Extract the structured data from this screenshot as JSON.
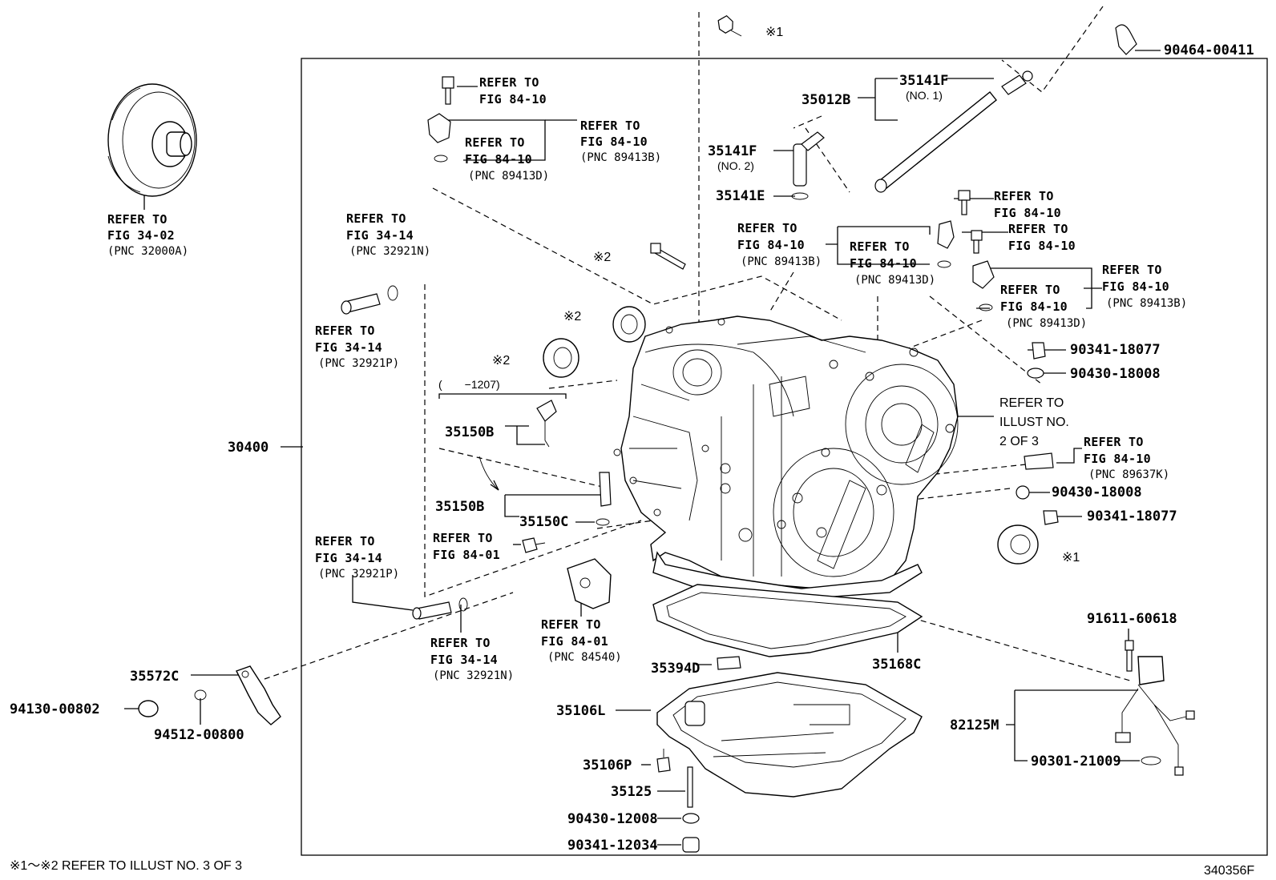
{
  "diagram": {
    "illustration_code": "340356F",
    "footnote": "※1～※2  REFER TO ILLUST NO. 3 OF 3"
  },
  "parts": {
    "p30400": "30400",
    "p35012B": "35012B",
    "p35141F_1": "35141F",
    "p35141F_1_note": "(NO. 1)",
    "p35141F_2": "35141F",
    "p35141F_2_note": "(NO. 2)",
    "p35141E": "35141E",
    "p90464": "90464-00411",
    "p90341_a": "90341-18077",
    "p90430_a": "90430-18008",
    "p90430_b": "90430-18008",
    "p90341_b": "90341-18077",
    "p35150B_a": "35150B",
    "p35150B_b": "35150B",
    "p35150C": "35150C",
    "p35168C": "35168C",
    "p35394D": "35394D",
    "p35106L": "35106L",
    "p35106P": "35106P",
    "p35125": "35125",
    "p90430_c": "90430-12008",
    "p90341_c": "90341-12034",
    "p35572C": "35572C",
    "p94130": "94130-00802",
    "p94512": "94512-00800",
    "p91611": "91611-60618",
    "p82125M": "82125M",
    "p90301": "90301-21009",
    "range_note": "(　　−1207)",
    "mark1": "※1",
    "mark2": "※2"
  },
  "refs": {
    "r_conv": [
      "REFER TO",
      "FIG 34-02",
      "(PNC 32000A)"
    ],
    "r_top_bolt": [
      "REFER TO",
      "FIG 84-10"
    ],
    "r_top_sensor_b": [
      "REFER TO",
      "FIG 84-10",
      "(PNC 89413B)"
    ],
    "r_top_sensor_d": [
      "REFER TO",
      "FIG 84-10",
      "(PNC 89413D)"
    ],
    "r_fit_n": [
      "REFER TO",
      "FIG 34-14",
      "(PNC 32921N)"
    ],
    "r_fit_p": [
      "REFER TO",
      "FIG 34-14",
      "(PNC 32921P)"
    ],
    "r_mid_b": [
      "REFER TO",
      "FIG 84-10",
      "(PNC 89413B)"
    ],
    "r_mid_d": [
      "REFER TO",
      "FIG 84-10",
      "(PNC 89413D)"
    ],
    "r_right_bolt1": [
      "REFER TO",
      "FIG 84-10"
    ],
    "r_right_bolt2": [
      "REFER TO",
      "FIG 84-10"
    ],
    "r_right_b": [
      "REFER TO",
      "FIG 84-10",
      "(PNC 89413B)"
    ],
    "r_right_d": [
      "REFER TO",
      "FIG 84-10",
      "(PNC 89413D)"
    ],
    "r_illust": [
      "REFER TO",
      "ILLUST NO.",
      "2 OF 3"
    ],
    "r_89637": [
      "REFER TO",
      "FIG 84-10",
      "(PNC 89637K)"
    ],
    "r_fig8401_bolt": [
      "REFER TO",
      "FIG 84-01"
    ],
    "r_fig8401_switch": [
      "REFER TO",
      "FIG 84-01",
      "(PNC 84540)"
    ],
    "r_fit_p2": [
      "REFER TO",
      "FIG 34-14",
      "(PNC 32921P)"
    ],
    "r_fit_n2": [
      "REFER TO",
      "FIG 34-14",
      "(PNC 32921N)"
    ]
  }
}
